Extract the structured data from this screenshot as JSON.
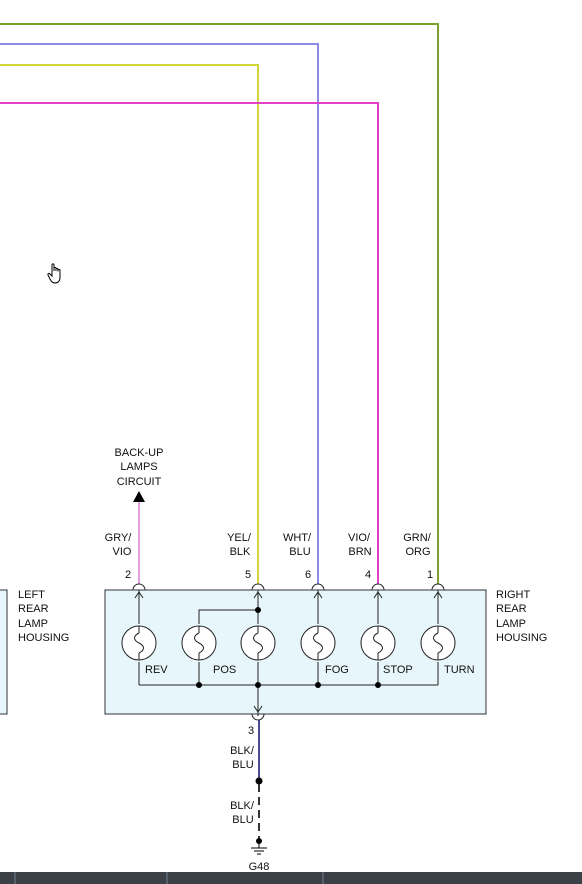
{
  "colors": {
    "green": "#7aa12a",
    "blue_violet": "#8c8ce8",
    "yellow": "#d4d43a",
    "magenta": "#e040c8",
    "pink": "#e0a0e0",
    "dark_blue": "#4a4a8e",
    "housing_fill": "#e6f6fb"
  },
  "callout": {
    "line1": "BACK-UP",
    "line2": "LAMPS",
    "line3": "CIRCUIT"
  },
  "wires": [
    {
      "pin": "2",
      "color_l1": "GRY/",
      "color_l2": "VIO"
    },
    {
      "pin": "5",
      "color_l1": "YEL/",
      "color_l2": "BLK"
    },
    {
      "pin": "6",
      "color_l1": "WHT/",
      "color_l2": "BLU"
    },
    {
      "pin": "4",
      "color_l1": "VIO/",
      "color_l2": "BRN"
    },
    {
      "pin": "1",
      "color_l1": "GRN/",
      "color_l2": "ORG"
    }
  ],
  "left_housing": {
    "l1": "LEFT",
    "l2": "REAR",
    "l3": "LAMP",
    "l4": "HOUSING"
  },
  "right_housing": {
    "l1": "RIGHT",
    "l2": "REAR",
    "l3": "LAMP",
    "l4": "HOUSING"
  },
  "lamps": [
    "REV",
    "POS",
    "FOG",
    "STOP",
    "TURN"
  ],
  "ground": {
    "pin": "3",
    "wire1_l1": "BLK/",
    "wire1_l2": "BLU",
    "wire2_l1": "BLK/",
    "wire2_l2": "BLU",
    "name": "G48"
  }
}
